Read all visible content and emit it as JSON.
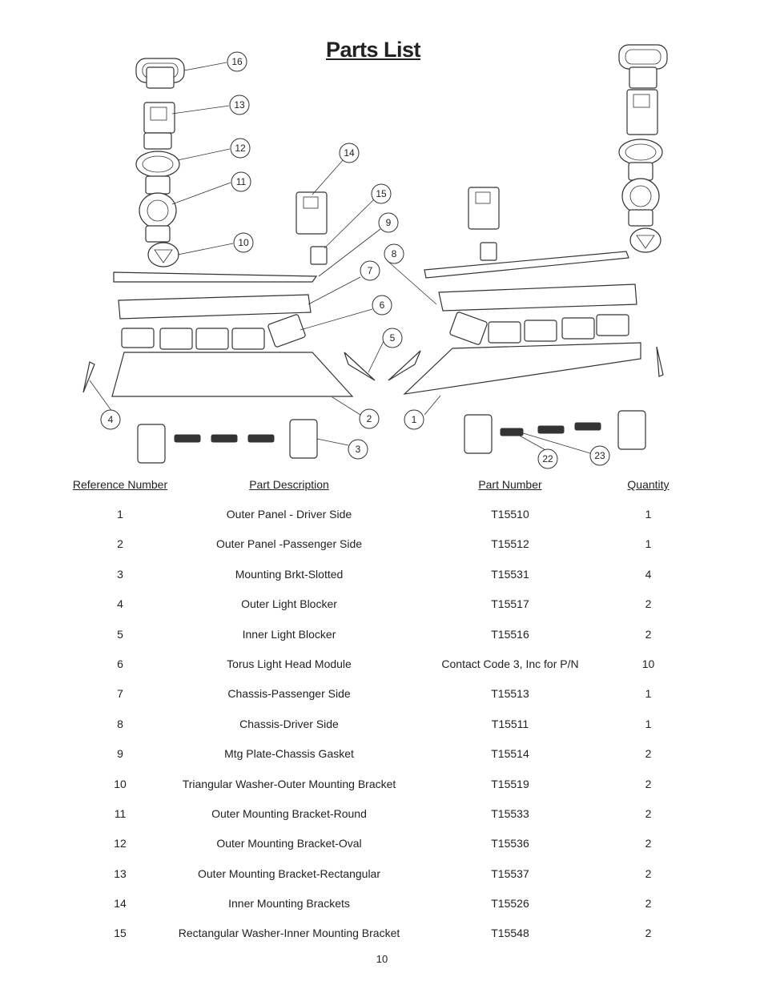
{
  "title": "Parts List",
  "callouts": [
    "16",
    "13",
    "12",
    "11",
    "10",
    "14",
    "15",
    "9",
    "8",
    "7",
    "6",
    "5",
    "4",
    "2",
    "1",
    "3",
    "22",
    "23"
  ],
  "table": {
    "headers": [
      "Reference Number",
      "Part Description",
      "Part Number",
      "Quantity"
    ],
    "rows": [
      {
        "ref": "1",
        "desc": "Outer Panel - Driver Side",
        "part": "T15510",
        "qty": "1"
      },
      {
        "ref": "2",
        "desc": "Outer Panel -Passenger Side",
        "part": "T15512",
        "qty": "1"
      },
      {
        "ref": "3",
        "desc": "Mounting Brkt-Slotted",
        "part": "T15531",
        "qty": "4"
      },
      {
        "ref": "4",
        "desc": "Outer Light Blocker",
        "part": "T15517",
        "qty": "2"
      },
      {
        "ref": "5",
        "desc": "Inner Light Blocker",
        "part": "T15516",
        "qty": "2"
      },
      {
        "ref": "6",
        "desc": "Torus Light Head Module",
        "part": "Contact Code 3, Inc for P/N",
        "qty": "10"
      },
      {
        "ref": "7",
        "desc": "Chassis-Passenger Side",
        "part": "T15513",
        "qty": "1"
      },
      {
        "ref": "8",
        "desc": "Chassis-Driver Side",
        "part": "T15511",
        "qty": "1"
      },
      {
        "ref": "9",
        "desc": "Mtg Plate-Chassis Gasket",
        "part": "T15514",
        "qty": "2"
      },
      {
        "ref": "10",
        "desc": "Triangular Washer-Outer Mounting Bracket",
        "part": "T15519",
        "qty": "2"
      },
      {
        "ref": "11",
        "desc": "Outer Mounting Bracket-Round",
        "part": "T15533",
        "qty": "2"
      },
      {
        "ref": "12",
        "desc": "Outer Mounting Bracket-Oval",
        "part": "T15536",
        "qty": "2"
      },
      {
        "ref": "13",
        "desc": "Outer Mounting Bracket-Rectangular",
        "part": "T15537",
        "qty": "2"
      },
      {
        "ref": "14",
        "desc": "Inner Mounting Brackets",
        "part": "T15526",
        "qty": "2"
      },
      {
        "ref": "15",
        "desc": "Rectangular Washer-Inner Mounting Bracket",
        "part": "T15548",
        "qty": "2"
      }
    ]
  },
  "page_number": "10"
}
